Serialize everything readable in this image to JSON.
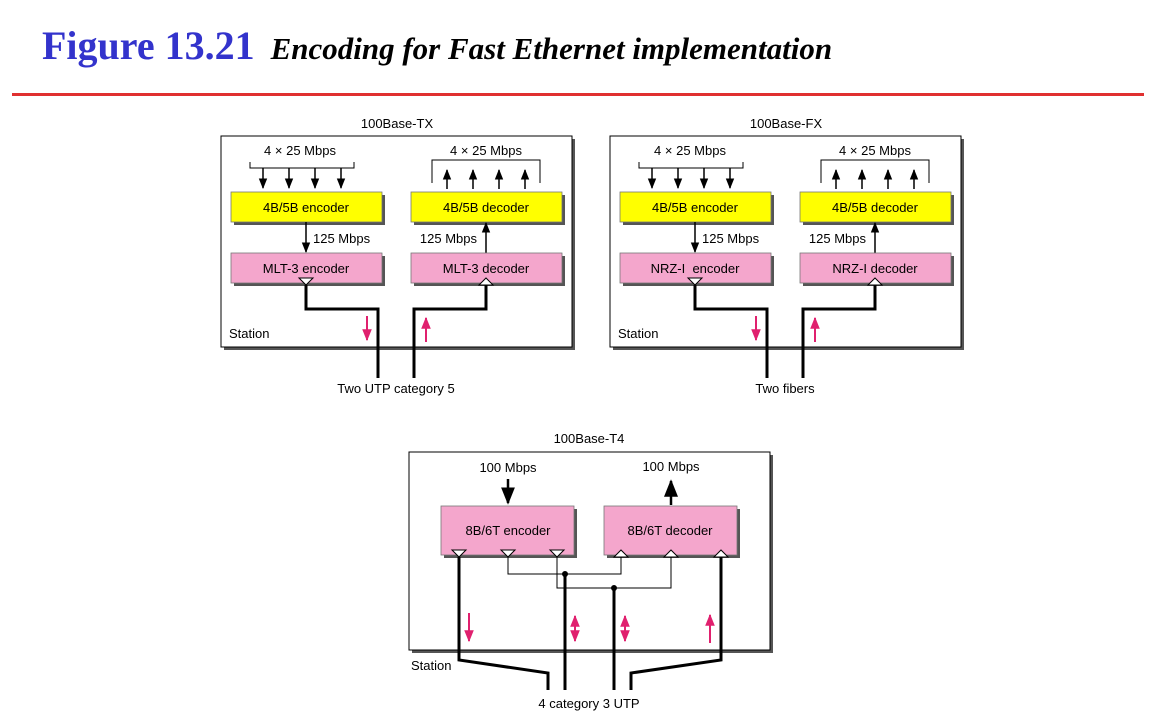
{
  "figure": {
    "number": "Figure 13.21",
    "caption": "Encoding for Fast Ethernet implementation",
    "number_color": "#3333cc",
    "rule_color": "#e03030"
  },
  "colors": {
    "encoder_yellow": "#ffff00",
    "line_pink": "#f4a6cc",
    "arrow_magenta": "#e0206e"
  },
  "tx": {
    "title": "100Base-TX",
    "in_rate": "4 × 25 Mbps",
    "out_rate": "4 × 25 Mbps",
    "block_encoder": "4B/5B encoder",
    "block_decoder": "4B/5B decoder",
    "rate_left": "125 Mbps",
    "rate_right": "125 Mbps",
    "line_encoder": "MLT-3 encoder",
    "line_decoder": "MLT-3 decoder",
    "station": "Station",
    "medium": "Two UTP category 5"
  },
  "fx": {
    "title": "100Base-FX",
    "in_rate": "4 × 25 Mbps",
    "out_rate": "4 × 25 Mbps",
    "block_encoder": "4B/5B encoder",
    "block_decoder": "4B/5B decoder",
    "rate_left": "125 Mbps",
    "rate_right": "125 Mbps",
    "line_encoder": "NRZ-I  encoder",
    "line_decoder": "NRZ-I decoder",
    "station": "Station",
    "medium": "Two fibers"
  },
  "t4": {
    "title": "100Base-T4",
    "in_rate": "100 Mbps",
    "out_rate": "100 Mbps",
    "encoder": "8B/6T encoder",
    "decoder": "8B/6T decoder",
    "station": "Station",
    "medium": "4 category 3 UTP"
  }
}
